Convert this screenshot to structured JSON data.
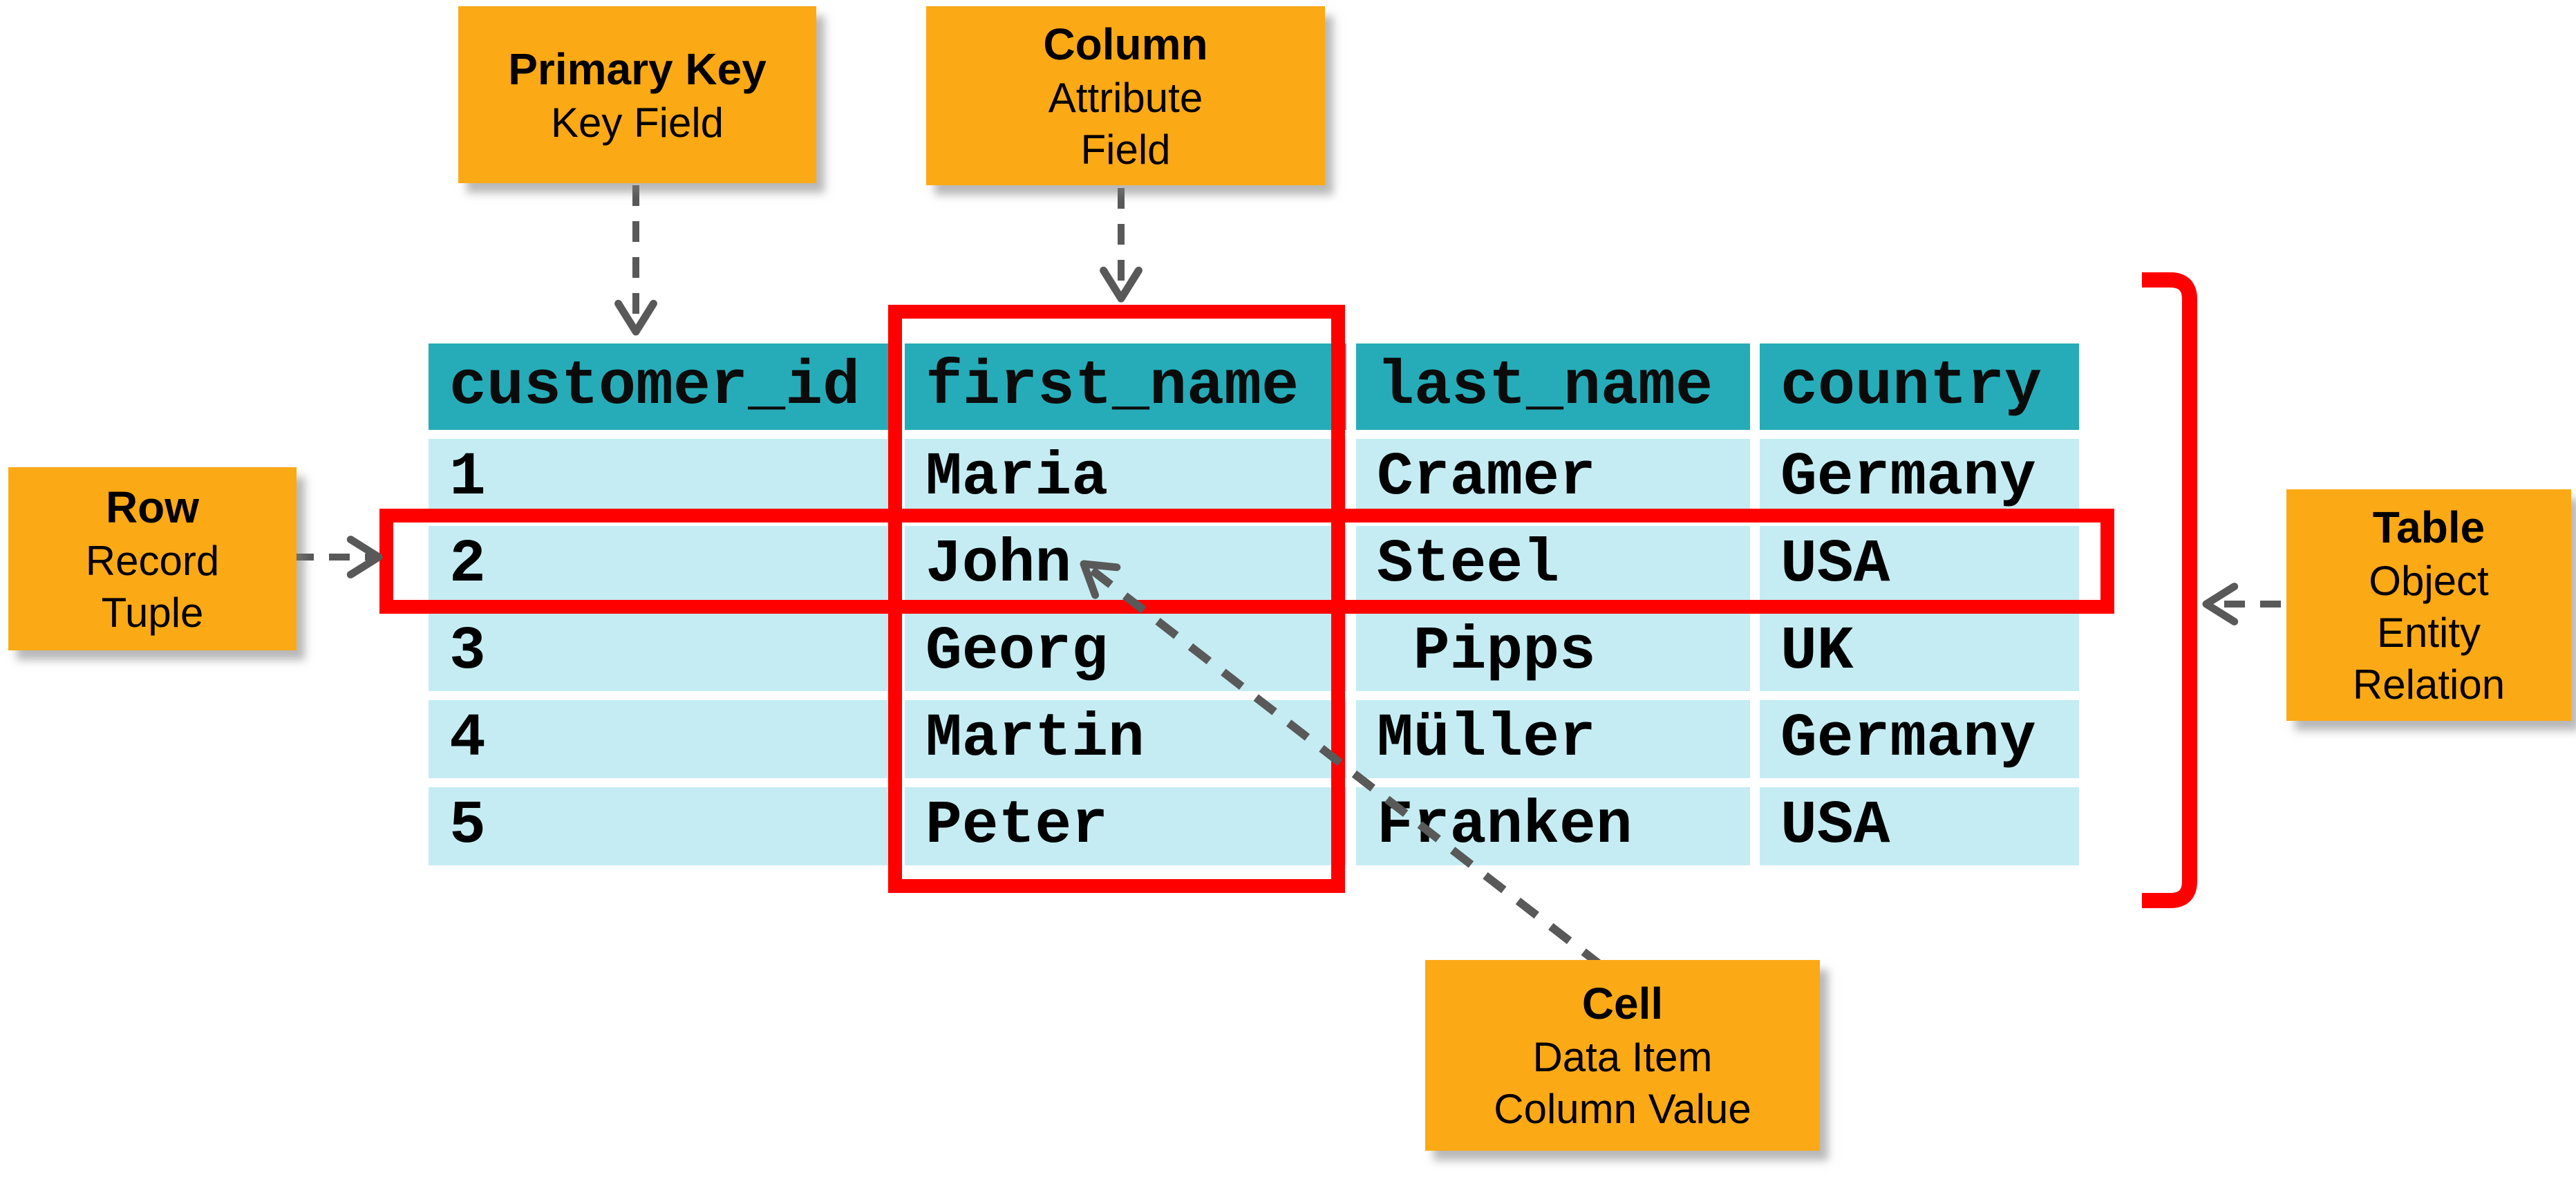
{
  "diagram": {
    "callouts": {
      "primary_key": {
        "title": "Primary Key",
        "synonyms": [
          "Key Field"
        ]
      },
      "column": {
        "title": "Column",
        "synonyms": [
          "Attribute",
          "Field"
        ]
      },
      "row": {
        "title": "Row",
        "synonyms": [
          "Record",
          "Tuple"
        ]
      },
      "table": {
        "title": "Table",
        "synonyms": [
          "Object",
          "Entity",
          "Relation"
        ]
      },
      "cell": {
        "title": "Cell",
        "synonyms": [
          "Data Item",
          "Column Value"
        ]
      }
    },
    "table": {
      "headers": [
        "customer_id",
        "first_name",
        "last_name",
        "country"
      ],
      "rows": [
        [
          "1",
          "Maria",
          "Cramer",
          "Germany"
        ],
        [
          "2",
          "John",
          "Steel",
          "USA"
        ],
        [
          "3",
          "Georg",
          " Pipps",
          "UK"
        ],
        [
          "4",
          "Martin",
          "Müller",
          "Germany"
        ],
        [
          "5",
          "Peter",
          "Franken",
          "USA"
        ]
      ],
      "highlighted_row": "2",
      "highlighted_column": "first_name",
      "highlighted_cell": "John"
    },
    "colors": {
      "callout_orange": "#FCA916",
      "header_teal": "#26ACB8",
      "row_cyan": "#C5ECF3",
      "highlight_red": "#FE0000",
      "arrow_gray": "#595959"
    }
  }
}
